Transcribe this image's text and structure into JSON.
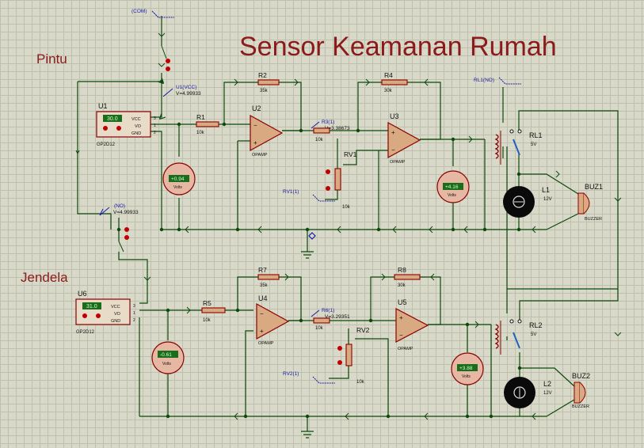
{
  "title": "Sensor Keamanan Rumah",
  "sections": {
    "pintu": "Pintu",
    "jendela": "Jendela"
  },
  "probes": {
    "com": "(COM)",
    "u1vcc": "U1(VCC)",
    "u1vcc_v": "V=4.99933",
    "no": "(NO)",
    "no_v": "V=4.99933",
    "rl1no": "RL1(NO)",
    "r3": "R3(1)",
    "r3_v": "V=3.38673",
    "r6": "R6(1)",
    "r6_v": "V=3.29351",
    "rv1": "RV1(1)",
    "rv2": "RV2(1)"
  },
  "sensors": {
    "u1": {
      "ref": "U1",
      "display": "30.0",
      "part": "GP2D12",
      "pins": [
        "VCC",
        "VO",
        "GND"
      ],
      "pin_nums": [
        "3",
        "1",
        "2"
      ]
    },
    "u6": {
      "ref": "U6",
      "display": "31.0",
      "part": "GP2D12",
      "pins": [
        "VCC",
        "VO",
        "GND"
      ],
      "pin_nums": [
        "3",
        "1",
        "2"
      ]
    }
  },
  "resistors": {
    "r1": {
      "ref": "R1",
      "value": "10k"
    },
    "r2": {
      "ref": "R2",
      "value": "35k"
    },
    "r3": {
      "value": "10k"
    },
    "r4": {
      "ref": "R4",
      "value": "30k"
    },
    "r5": {
      "ref": "R5",
      "value": "10k"
    },
    "r6": {
      "value": "10k"
    },
    "r7": {
      "ref": "R7",
      "value": "35k"
    },
    "r8": {
      "ref": "R8",
      "value": "30k"
    },
    "rv1": {
      "ref": "RV1",
      "value": "10k"
    },
    "rv2": {
      "ref": "RV2",
      "value": "10k"
    }
  },
  "opamps": {
    "u2": {
      "ref": "U2",
      "type": "OPAMP"
    },
    "u3": {
      "ref": "U3",
      "type": "OPAMP"
    },
    "u4": {
      "ref": "U4",
      "type": "OPAMP"
    },
    "u5": {
      "ref": "U5",
      "type": "OPAMP"
    }
  },
  "voltmeters": {
    "vm1": {
      "reading": "+0.94",
      "unit": "Volts"
    },
    "vm2": {
      "reading": "+4.16",
      "unit": "Volts"
    },
    "vm3": {
      "reading": "-0.61",
      "unit": "Volts"
    },
    "vm4": {
      "reading": "+3.88",
      "unit": "Volts"
    }
  },
  "relays": {
    "rl1": {
      "ref": "RL1",
      "rating": "5V"
    },
    "rl2": {
      "ref": "RL2",
      "rating": "5V"
    }
  },
  "lamps": {
    "l1": {
      "ref": "L1",
      "rating": "12V"
    },
    "l2": {
      "ref": "L2",
      "rating": "12V"
    }
  },
  "buzzers": {
    "buz1": {
      "ref": "BUZ1",
      "type": "BUZZER"
    },
    "buz2": {
      "ref": "BUZ2",
      "type": "BUZZER"
    }
  },
  "colors": {
    "background": "#d9d9c9",
    "wire": "#0b4a0b",
    "component": "#8b0000",
    "title": "#8b1a1a",
    "probe": "#1a1aa8",
    "lcd": "#38b838"
  }
}
